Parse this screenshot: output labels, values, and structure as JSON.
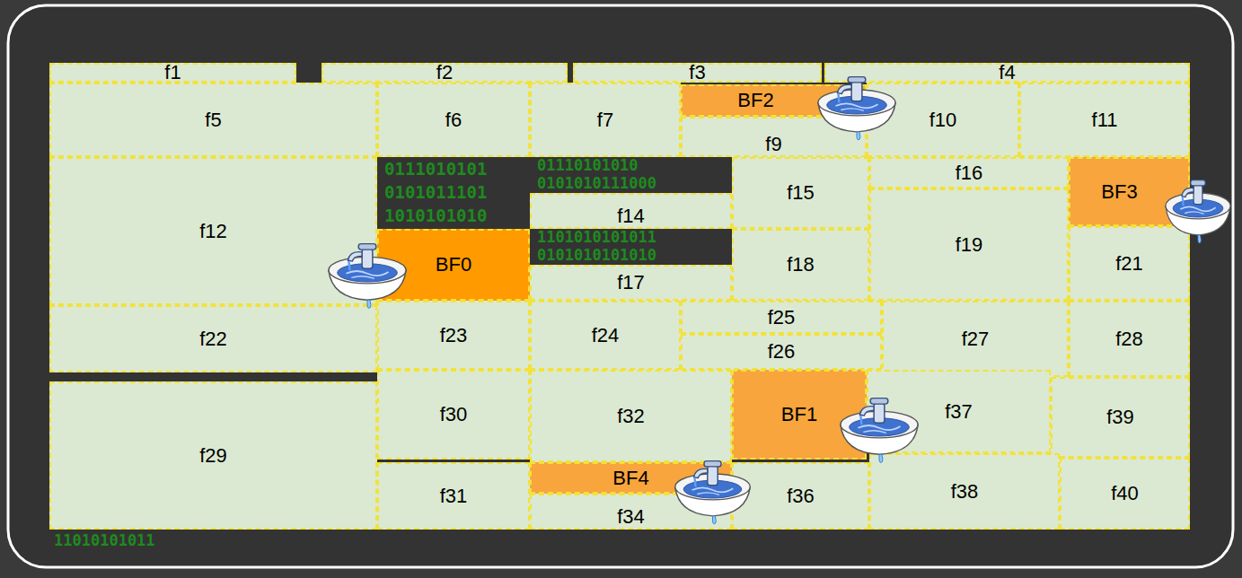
{
  "diagram": {
    "nodes": [
      {
        "text": [
          "f1"
        ]
      },
      {
        "text": [
          "f2"
        ]
      },
      {
        "text": [
          "f3"
        ]
      },
      {
        "text": [
          "f4"
        ]
      },
      {
        "text": [
          "f5"
        ]
      },
      {
        "text": [
          "f6"
        ]
      },
      {
        "text": [
          "f7"
        ]
      },
      {
        "text": [
          "BF2"
        ]
      },
      {
        "text": [
          "f9"
        ]
      },
      {
        "text": [
          "f10"
        ]
      },
      {
        "text": [
          "f11"
        ]
      },
      {
        "text": [
          "f12"
        ]
      },
      {
        "text": [
          "f15"
        ]
      },
      {
        "text": [
          "f16"
        ]
      },
      {
        "text": [
          "BF3"
        ]
      },
      {
        "text": [
          "f14"
        ]
      },
      {
        "text": [
          "f19"
        ]
      },
      {
        "text": [
          "BF0"
        ]
      },
      {
        "text": [
          "f18"
        ]
      },
      {
        "text": [
          "f21"
        ]
      },
      {
        "text": [
          "f17"
        ]
      },
      {
        "text": [
          "f22"
        ]
      },
      {
        "text": [
          "f23"
        ]
      },
      {
        "text": [
          "f24"
        ]
      },
      {
        "text": [
          "f25"
        ]
      },
      {
        "text": [
          "f26"
        ]
      },
      {
        "text": [
          "f27"
        ]
      },
      {
        "text": [
          "f28"
        ]
      },
      {
        "text": [
          "f29"
        ]
      },
      {
        "text": [
          "f30"
        ]
      },
      {
        "text": [
          "f32"
        ]
      },
      {
        "text": [
          "BF1"
        ]
      },
      {
        "text": [
          "f37"
        ]
      },
      {
        "text": [
          "f39"
        ]
      },
      {
        "text": [
          "f31"
        ]
      },
      {
        "text": [
          "BF4"
        ]
      },
      {
        "text": [
          "f34"
        ]
      },
      {
        "text": [
          "f36"
        ]
      },
      {
        "text": [
          "f38"
        ]
      },
      {
        "text": [
          "f40"
        ]
      }
    ],
    "labels": [
      "0111010101",
      "0101011101",
      "1010101010",
      "01110101010",
      "0101010111000",
      "1101010101011",
      "0101010101010",
      "11010101011"
    ]
  }
}
